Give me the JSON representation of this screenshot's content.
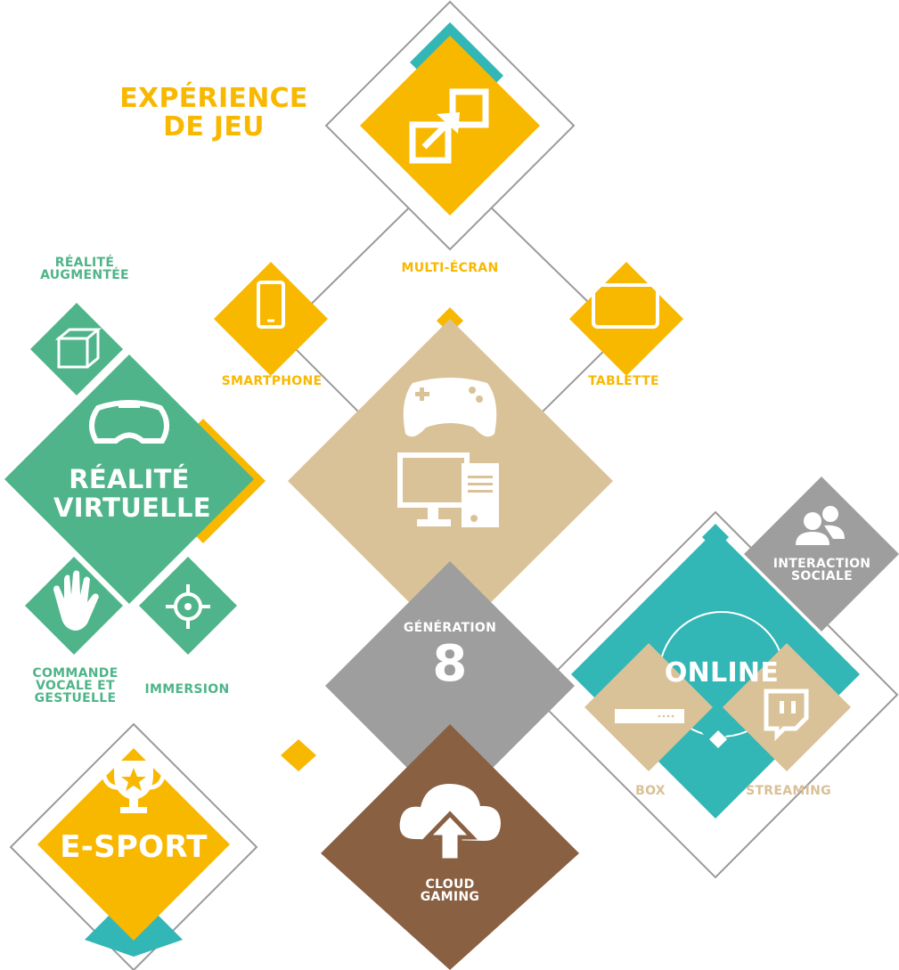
{
  "colors": {
    "yellow": "#f9b800",
    "teal": "#33b6b6",
    "green": "#4fb48a",
    "tan": "#dac298",
    "gray": "#9e9e9e",
    "brown": "#8a6042",
    "line": "#9a9a9a"
  },
  "experience": {
    "line1": "EXPÉRIENCE",
    "line2": "DE JEU"
  },
  "multi_ecran": {
    "label": "MULTI-ÉCRAN",
    "icon": "expand-icon"
  },
  "smartphone": {
    "label": "SMARTPHONE",
    "icon": "smartphone-icon"
  },
  "tablette": {
    "label": "TABLETTE",
    "icon": "tablet-icon"
  },
  "realite_augmentee": {
    "line1": "RÉALITÉ",
    "line2": "AUGMENTÉE",
    "icon": "cube-icon"
  },
  "realite_virtuelle": {
    "line1": "RÉALITÉ",
    "line2": "VIRTUELLE",
    "icon": "vr-headset-icon"
  },
  "commande": {
    "line1": "COMMANDE",
    "line2": "VOCALE ET",
    "line3": "GESTUELLE",
    "icon": "hand-icon"
  },
  "immersion": {
    "label": "IMMERSION",
    "icon": "crosshair-icon"
  },
  "center": {
    "icons": [
      "gamepad-icon",
      "desktop-pc-icon"
    ]
  },
  "generation": {
    "label": "GÉNÉRATION",
    "number": "8"
  },
  "online": {
    "label": "ONLINE"
  },
  "interaction": {
    "line1": "INTERACTION",
    "line2": "SOCIALE",
    "icon": "users-icon"
  },
  "box": {
    "label": "BOX",
    "icon": "set-top-box-icon"
  },
  "streaming": {
    "label": "STREAMING",
    "icon": "twitch-icon"
  },
  "esport": {
    "label": "E-SPORT",
    "icon": "trophy-icon"
  },
  "cloud": {
    "line1": "CLOUD",
    "line2": "GAMING",
    "icon": "cloud-upload-icon"
  }
}
